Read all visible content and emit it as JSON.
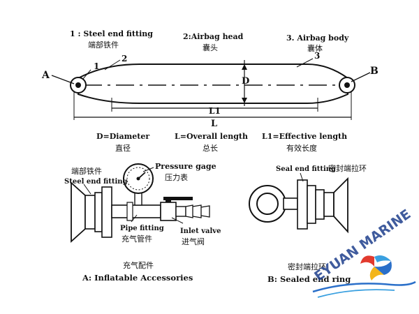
{
  "top": {
    "label_1_en": "1 : Steel end fitting",
    "label_1_cn": "端部铁件",
    "label_2_en": "2:Airbag head",
    "label_2_cn": "囊头",
    "label_3_en": "3. Airbag body",
    "label_3_cn": "囊体",
    "num_1": "1",
    "num_2": "2",
    "num_3": "3",
    "end_a": "A",
    "end_b": "B",
    "dim_d": "D",
    "dim_l1": "L1",
    "dim_l": "L"
  },
  "legend": {
    "d_en": "D=Diameter",
    "d_cn": "直径",
    "l_en": "L=Overall length",
    "l_cn": "总长",
    "l1_en": "L1=Effective length",
    "l1_cn": "有效长度"
  },
  "accessories": {
    "end_fitting_cn": "端部铁件",
    "end_fitting_en": "Steel end fitting",
    "gauge_en": "Pressure gage",
    "gauge_cn": "压力表",
    "pipe_en": "Pipe fitting",
    "pipe_cn": "充气管件",
    "valve_en": "Inlet valve",
    "valve_cn": "进气阀",
    "caption_cn": "充气配件",
    "caption_en": "A: Inflatable Accessories"
  },
  "sealed": {
    "label_en": "Seal end fitting",
    "label_cn": "密封端拉环",
    "caption_cn": "密封端拉环",
    "caption_en": "B: Sealed end ring"
  },
  "watermark": {
    "text": "EYUAN MARINE",
    "colors": [
      "#e23a2e",
      "#f3b51b",
      "#2a6fc9",
      "#3aa0e0"
    ]
  }
}
